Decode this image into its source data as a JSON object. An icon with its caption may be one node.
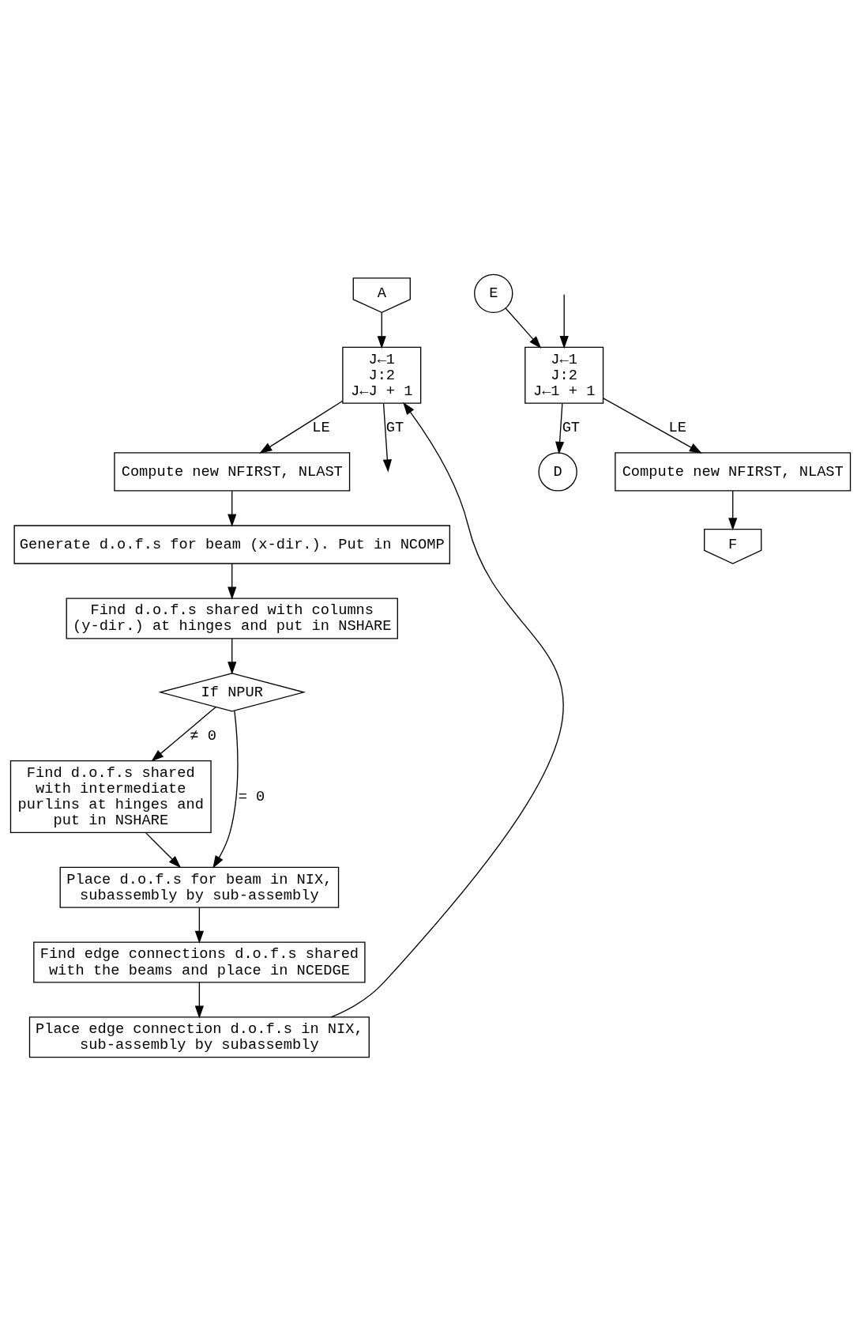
{
  "diagram": {
    "nodes": [
      {
        "text": [
          "A"
        ]
      },
      {
        "text": [
          "J←1",
          "J:2",
          "J←J + 1"
        ]
      },
      {
        "text": [
          "Compute new NFIRST, NLAST"
        ]
      },
      {
        "text": [
          "Generate d.o.f.s for beam (x-dir.). Put in NCOMP"
        ]
      },
      {
        "text": [
          "Find d.o.f.s shared with columns (y-dir.) at hinges and put in NSHARE"
        ]
      },
      {
        "text": [
          "If NPUR"
        ]
      },
      {
        "text": [
          "Find d.o.f.s shared with intermediate purlins at hinges and put in NSHARE"
        ]
      },
      {
        "text": [
          "Place d.o.f.s for beam in NIX, subassembly by sub-assembly"
        ]
      },
      {
        "text": [
          "Find edge connections d.o.f.s shared with the beams and place in NCEDGE"
        ]
      },
      {
        "text": [
          "Place edge connection d.o.f.s in NIX, sub-assembly by subassembly"
        ]
      },
      {
        "text": [
          "J←1",
          "J:2",
          "J←1 + 1"
        ]
      },
      {
        "text": [
          "E"
        ]
      },
      {
        "text": [
          "D"
        ]
      },
      {
        "text": [
          "Compute new NFIRST, NLAST"
        ]
      },
      {
        "text": [
          "F"
        ]
      }
    ],
    "edges": [
      {
        "from": 0,
        "to": 1,
        "arrow": "to"
      },
      {
        "from": 1,
        "to": null,
        "label": "GT",
        "arrow": "to"
      },
      {
        "from": 1,
        "to": 2,
        "label": "LE",
        "arrow": "to"
      },
      {
        "from": 2,
        "to": 3,
        "arrow": "to"
      },
      {
        "from": 3,
        "to": 4,
        "arrow": "to"
      },
      {
        "from": 4,
        "to": 5,
        "arrow": "to"
      },
      {
        "from": 5,
        "to": 6,
        "label": "≠ 0",
        "arrow": "to"
      },
      {
        "from": 5,
        "to": 7,
        "label": "= 0",
        "arrow": "to"
      },
      {
        "from": 6,
        "to": 7,
        "arrow": "to"
      },
      {
        "from": 7,
        "to": 8,
        "arrow": "to"
      },
      {
        "from": 8,
        "to": 9,
        "arrow": "to"
      },
      {
        "from": 9,
        "to": 1,
        "arrow": "to"
      },
      {
        "from": null,
        "to": 10,
        "arrow": "to"
      },
      {
        "from": 11,
        "to": 10,
        "arrow": "to"
      },
      {
        "from": 10,
        "to": 12,
        "label": "GT",
        "arrow": "to"
      },
      {
        "from": 10,
        "to": 13,
        "label": "LE",
        "arrow": "to"
      },
      {
        "from": 13,
        "to": 14,
        "arrow": "to"
      }
    ]
  }
}
